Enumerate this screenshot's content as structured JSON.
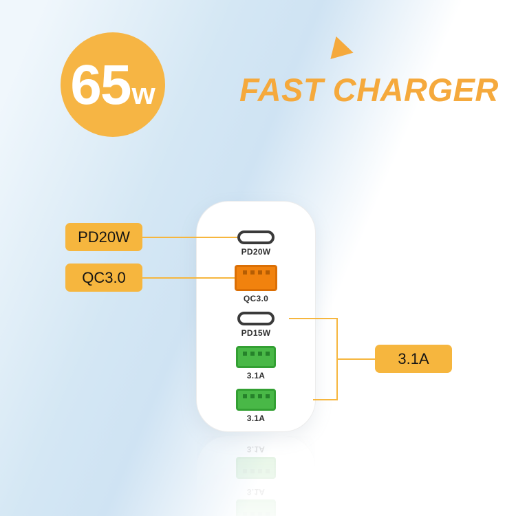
{
  "badge": {
    "value": "65",
    "unit": "w"
  },
  "title": "FAST CHARGER",
  "charger": {
    "ports": [
      {
        "type": "usb-c",
        "label": "PD20W"
      },
      {
        "type": "usb-a",
        "color": "orange",
        "label": "QC3.0"
      },
      {
        "type": "usb-c",
        "label": "PD15W"
      },
      {
        "type": "usb-a",
        "color": "green",
        "label": "3.1A"
      },
      {
        "type": "usb-a",
        "color": "green",
        "label": "3.1A"
      }
    ]
  },
  "callouts": [
    {
      "label": "PD20W",
      "side": "left"
    },
    {
      "label": "QC3.0",
      "side": "left"
    },
    {
      "label": "3.1A",
      "side": "right"
    }
  ],
  "colors": {
    "accent_yellow": "#f6b544",
    "title_orange": "#f5a93c",
    "callout_yellow": "#f6b63e",
    "orange_port": "#f1820e",
    "green_port": "#49b847",
    "sky_blue": "#cfe3f3",
    "port_outline": "#3a3a3a"
  }
}
